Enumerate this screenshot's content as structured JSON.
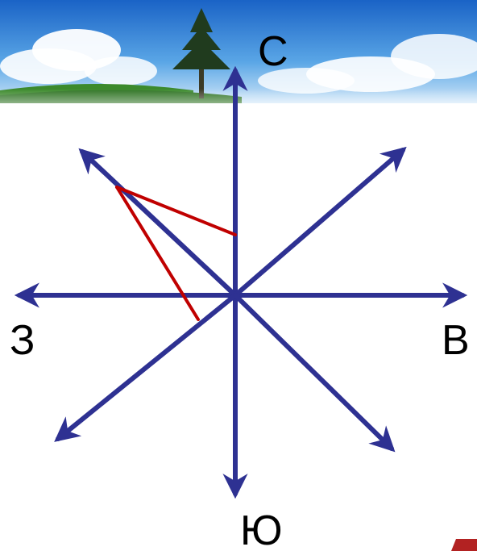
{
  "labels": {
    "north": "С",
    "west": "З",
    "east": "В",
    "south": "Ю"
  },
  "colors": {
    "arrow": "#2E3192",
    "highlight": "#C00000",
    "sky_top": "#1E6FD0",
    "grass": "#3C8A2C",
    "corner_mark": "#B22222"
  },
  "icons": {
    "banner": "sky-tree-banner-image",
    "rose": "eight-point-compass-rose-icon"
  }
}
